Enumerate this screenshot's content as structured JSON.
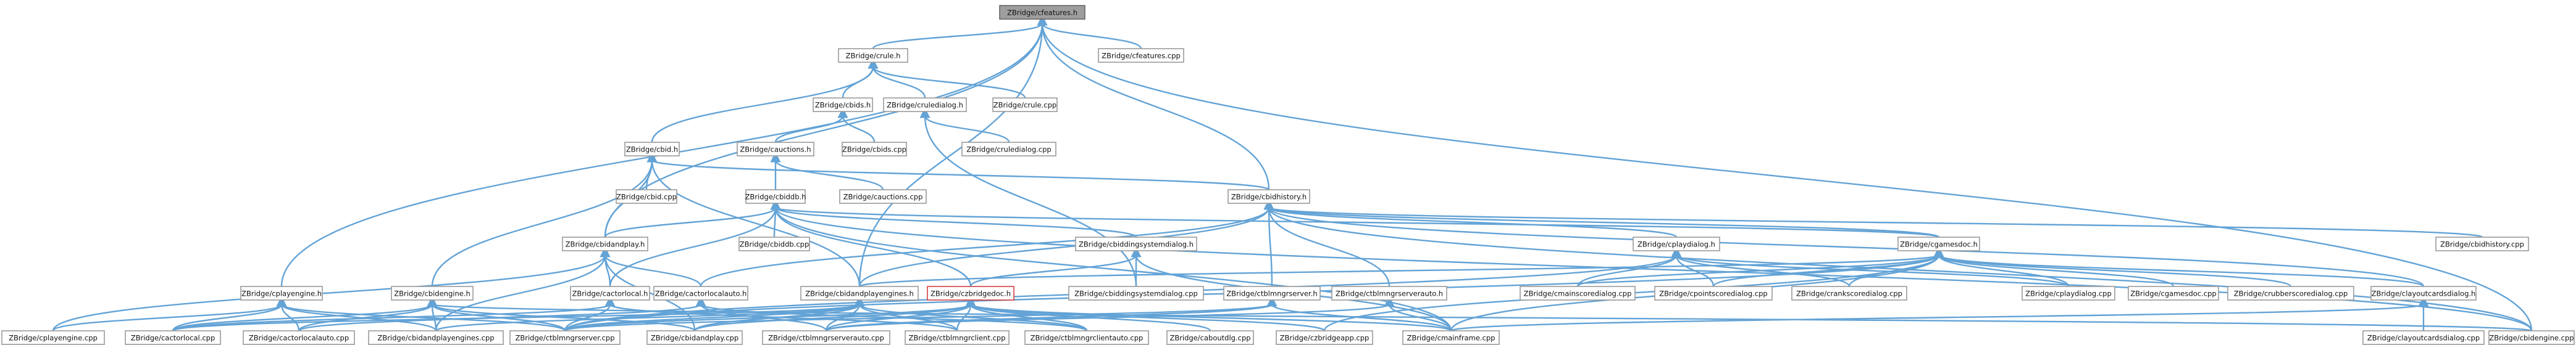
{
  "nodes": [
    {
      "id": "features_h",
      "label": "ZBridge/cfeatures.h"
    },
    {
      "id": "crule_h",
      "label": "ZBridge/crule.h"
    },
    {
      "id": "cfeatures_cpp",
      "label": "ZBridge/cfeatures.cpp"
    },
    {
      "id": "cbids_h",
      "label": "ZBridge/cbids.h"
    },
    {
      "id": "cruledialog_h",
      "label": "ZBridge/cruledialog.h"
    },
    {
      "id": "crule_cpp",
      "label": "ZBridge/crule.cpp"
    },
    {
      "id": "cbid_h",
      "label": "ZBridge/cbid.h"
    },
    {
      "id": "cauctions_h",
      "label": "ZBridge/cauctions.h"
    },
    {
      "id": "cbids_cpp",
      "label": "ZBridge/cbids.cpp"
    },
    {
      "id": "cruledialog_cpp",
      "label": "ZBridge/cruledialog.cpp"
    },
    {
      "id": "cbid_cpp",
      "label": "ZBridge/cbid.cpp"
    },
    {
      "id": "cauctions_cpp",
      "label": "ZBridge/cauctions.cpp"
    },
    {
      "id": "cbiddb_h",
      "label": "ZBridge/cbiddb.h"
    },
    {
      "id": "cbidhistory_h",
      "label": "ZBridge/cbidhistory.h"
    },
    {
      "id": "cbidandplay_h",
      "label": "ZBridge/cbidandplay.h"
    },
    {
      "id": "cbiddb_cpp",
      "label": "ZBridge/cbiddb.cpp"
    },
    {
      "id": "cbiddingsystemdialog_h",
      "label": "ZBridge/cbiddingsystemdialog.h"
    },
    {
      "id": "cplaydialog_h",
      "label": "ZBridge/cplaydialog.h"
    },
    {
      "id": "cgamesdoc_h",
      "label": "ZBridge/cgamesdoc.h"
    },
    {
      "id": "cbidhistory_cpp",
      "label": "ZBridge/cbidhistory.cpp"
    },
    {
      "id": "cplayengine_h",
      "label": "ZBridge/cplayengine.h"
    },
    {
      "id": "cbidengine_h",
      "label": "ZBridge/cbidengine.h"
    },
    {
      "id": "cactorlocal_h",
      "label": "ZBridge/cactorlocal.h"
    },
    {
      "id": "cactorlocalauto_h",
      "label": "ZBridge/cactorlocalauto.h"
    },
    {
      "id": "cbidandplayengines_h",
      "label": "ZBridge/cbidandplayengines.h"
    },
    {
      "id": "czbridgedoc_h",
      "label": "ZBridge/czbridgedoc.h"
    },
    {
      "id": "cbiddingsystemdialog_cpp",
      "label": "ZBridge/cbiddingsystemdialog.cpp"
    },
    {
      "id": "ctblmngrserver_h",
      "label": "ZBridge/ctblmngrserver.h"
    },
    {
      "id": "ctblmngrserverauto_h",
      "label": "ZBridge/ctblmngrserverauto.h"
    },
    {
      "id": "cmainscoredialog_cpp",
      "label": "ZBridge/cmainscoredialog.cpp"
    },
    {
      "id": "cpointscoredialog_cpp",
      "label": "ZBridge/cpointscoredialog.cpp"
    },
    {
      "id": "crankscoredialog_cpp",
      "label": "ZBridge/crankscoredialog.cpp"
    },
    {
      "id": "cplaydialog_cpp",
      "label": "ZBridge/cplaydialog.cpp"
    },
    {
      "id": "cgamesdoc_cpp",
      "label": "ZBridge/cgamesdoc.cpp"
    },
    {
      "id": "crubberscoredialog_cpp",
      "label": "ZBridge/crubberscoredialog.cpp"
    },
    {
      "id": "clayoutcardsdialog_h",
      "label": "ZBridge/clayoutcardsdialog.h"
    },
    {
      "id": "cplayengine_cpp",
      "label": "ZBridge/cplayengine.cpp"
    },
    {
      "id": "cactorlocal_cpp",
      "label": "ZBridge/cactorlocal.cpp"
    },
    {
      "id": "cactorlocalauto_cpp",
      "label": "ZBridge/cactorlocalauto.cpp"
    },
    {
      "id": "cbidandplayengines_cpp",
      "label": "ZBridge/cbidandplayengines.cpp"
    },
    {
      "id": "ctblmngrserver_cpp",
      "label": "ZBridge/ctblmngrserver.cpp"
    },
    {
      "id": "cbidandplay_cpp",
      "label": "ZBridge/cbidandplay.cpp"
    },
    {
      "id": "ctblmngrserverauto_cpp",
      "label": "ZBridge/ctblmngrserverauto.cpp"
    },
    {
      "id": "ctblmngrclient_cpp",
      "label": "ZBridge/ctblmngrclient.cpp"
    },
    {
      "id": "ctblmngrclientauto_cpp",
      "label": "ZBridge/ctblmngrclientauto.cpp"
    },
    {
      "id": "caboutdlg_cpp",
      "label": "ZBridge/caboutdlg.cpp"
    },
    {
      "id": "czbridgeapp_cpp",
      "label": "ZBridge/czbridgeapp.cpp"
    },
    {
      "id": "cmainframe_cpp",
      "label": "ZBridge/cmainframe.cpp"
    },
    {
      "id": "clayoutcardsdialog_cpp",
      "label": "ZBridge/clayoutcardsdialog.cpp"
    },
    {
      "id": "cbidengine_cpp",
      "label": "ZBridge/cbidengine.cpp"
    }
  ],
  "colors": {
    "edge": "#63a3d6",
    "root_fill": "#9e9e9e",
    "node_border": "#9a9a9a",
    "highlight_border": "#d43f3f"
  }
}
